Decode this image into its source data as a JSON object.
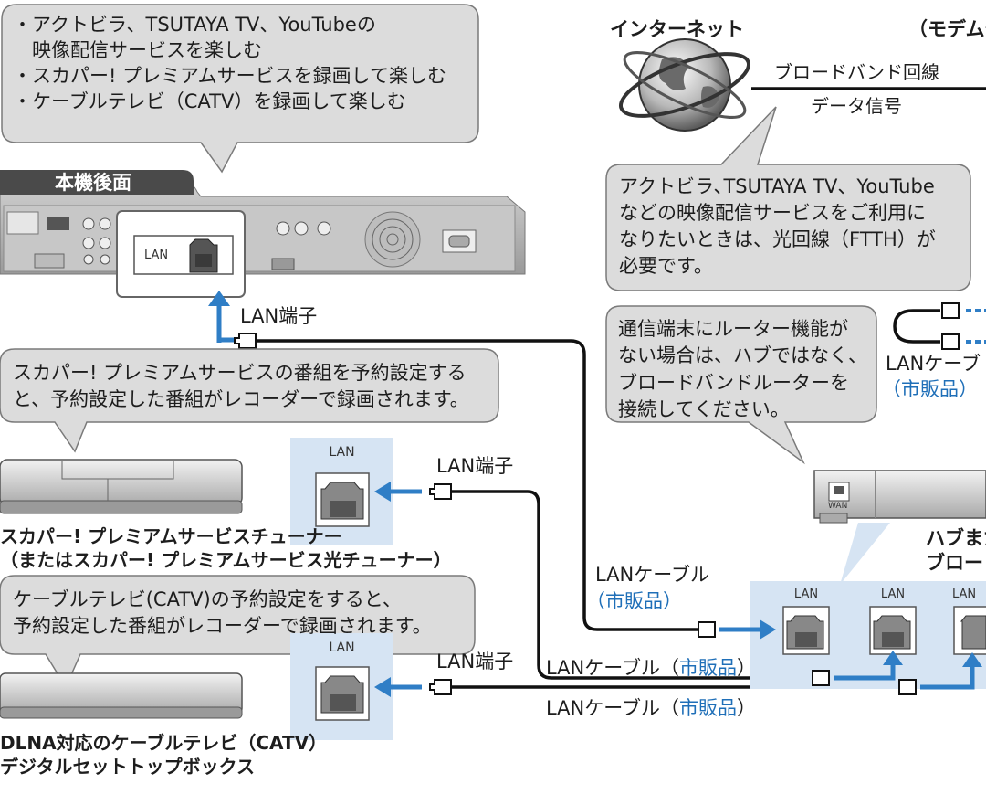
{
  "top_bubble": {
    "lines": [
      "・アクトビラ、TSUTAYA TV、YouTubeの",
      "　映像配信サービスを楽しむ",
      "・スカパー! プレミアムサービスを録画して楽しむ",
      "・ケーブルテレビ（CATV）を録画して楽しむ"
    ]
  },
  "rear_panel": {
    "title": "本機後面",
    "lan_port_label": "LAN"
  },
  "recorder_lan_terminal": "LAN端子",
  "skyperfect_bubble": [
    "スカパー! プレミアムサービスの番組を予約設定する",
    "と、予約設定した番組がレコーダーで録画されます。"
  ],
  "tuner": {
    "port_label": "LAN",
    "terminal": "LAN端子",
    "name_lines": [
      "スカパー! プレミアムサービスチューナー",
      "（またはスカパー! プレミアムサービス光チューナー）"
    ]
  },
  "catv_bubble": [
    "ケーブルテレビ(CATV)の予約設定をすると、",
    "予約設定した番組がレコーダーで録画されます。"
  ],
  "catv_box": {
    "port_label": "LAN",
    "terminal": "LAN端子",
    "name_lines": [
      "DLNA対応のケーブルテレビ（CATV）",
      "デジタルセットトップボックス"
    ]
  },
  "internet": {
    "label": "インターネット",
    "modem_label": "（モデムや",
    "line_label": "ブロードバンド回線",
    "signal_label": "データ信号"
  },
  "ftth_bubble": [
    "アクトビラ､TSUTAYA TV、YouTube",
    "などの映像配信サービスをご利用に",
    "なりたいときは、光回線（FTTH）が",
    "必要です。"
  ],
  "router_bubble": [
    "通信端末にルーター機能が",
    "ない場合は、ハブではなく、",
    "ブロードバンドルーターを",
    "接続してください。"
  ],
  "right_cable": {
    "label": "LANケーブ",
    "sold": "（市販品）"
  },
  "hub": {
    "wan_label": "WAN",
    "name_lines": [
      "ハブまた",
      "ブロード"
    ],
    "ports": [
      "LAN",
      "LAN",
      "LAN"
    ]
  },
  "cables": {
    "left_label": "LANケーブル",
    "left_sold": "（市販品）",
    "mid_prefix": "LANケーブル（",
    "mid_sold": "市販品",
    "mid_suffix": "）",
    "bot_prefix": "LANケーブル（",
    "bot_sold": "市販品",
    "bot_suffix": "）"
  },
  "colors": {
    "accent_blue": "#2f7ec6",
    "bubble_fill": "#dcdcdc",
    "hub_panel": "#d6e4f3",
    "title_tab": "#4a4a4a"
  }
}
